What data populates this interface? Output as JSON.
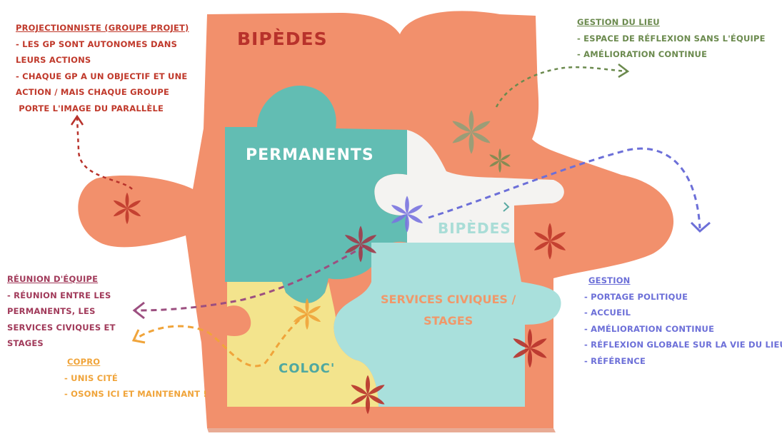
{
  "colors": {
    "outer_piece": "#f2906c",
    "permanents_piece": "#62bdb3",
    "bipedes_piece": "#f4f3f1",
    "services_piece": "#a9e0dc",
    "coloc_piece": "#f3e48d",
    "projection_text": "#c0392b",
    "gestion_lieu_text": "#6b8a4e",
    "reunion_text": "#a13a5a",
    "copro_text": "#f0a43a",
    "gestion_text": "#6c6fd8"
  },
  "pieces": {
    "bipedes_outer": "BIPÈDES",
    "permanents": "PERMANENTS",
    "bipedes_inner": "BIPÈDES",
    "services": [
      "SERVICES CIVIQUES /",
      "STAGES"
    ],
    "coloc": "COLOC'"
  },
  "notes": {
    "projection": {
      "title": "PROJECTIONNISTE (GROUPE PROJET)",
      "lines": [
        "- LES GP SONT AUTONOMES DANS",
        "LEURS ACTIONS",
        "- CHAQUE GP A UN OBJECTIF ET UNE",
        "ACTION / MAIS CHAQUE GROUPE",
        " PORTE L'IMAGE DU PARALLÈLE"
      ]
    },
    "gestion_lieu": {
      "title": "GESTION DU LIEU",
      "lines": [
        "- ESPACE DE RÉFLEXION SANS L'ÉQUIPE",
        "- AMÉLIORATION CONTINUE"
      ]
    },
    "reunion": {
      "title": "RÉUNION D'ÉQUIPE",
      "lines": [
        "- RÉUNION ENTRE LES",
        "PERMANENTS, LES",
        "SERVICES CIVIQUES ET",
        "STAGES"
      ]
    },
    "copro": {
      "title": "COPRO",
      "lines": [
        "- UNIS CITÉ",
        "- OSONS ICI ET MAINTENANT !"
      ]
    },
    "gestion": {
      "title": "GESTION",
      "lines": [
        "- PORTAGE POLITIQUE",
        "- ACCUEIL",
        "- AMÉLIORATION CONTINUE",
        "- RÉFLEXION GLOBALE SUR LA VIE DU LIEU",
        "- RÉFÉRENCE"
      ]
    }
  }
}
